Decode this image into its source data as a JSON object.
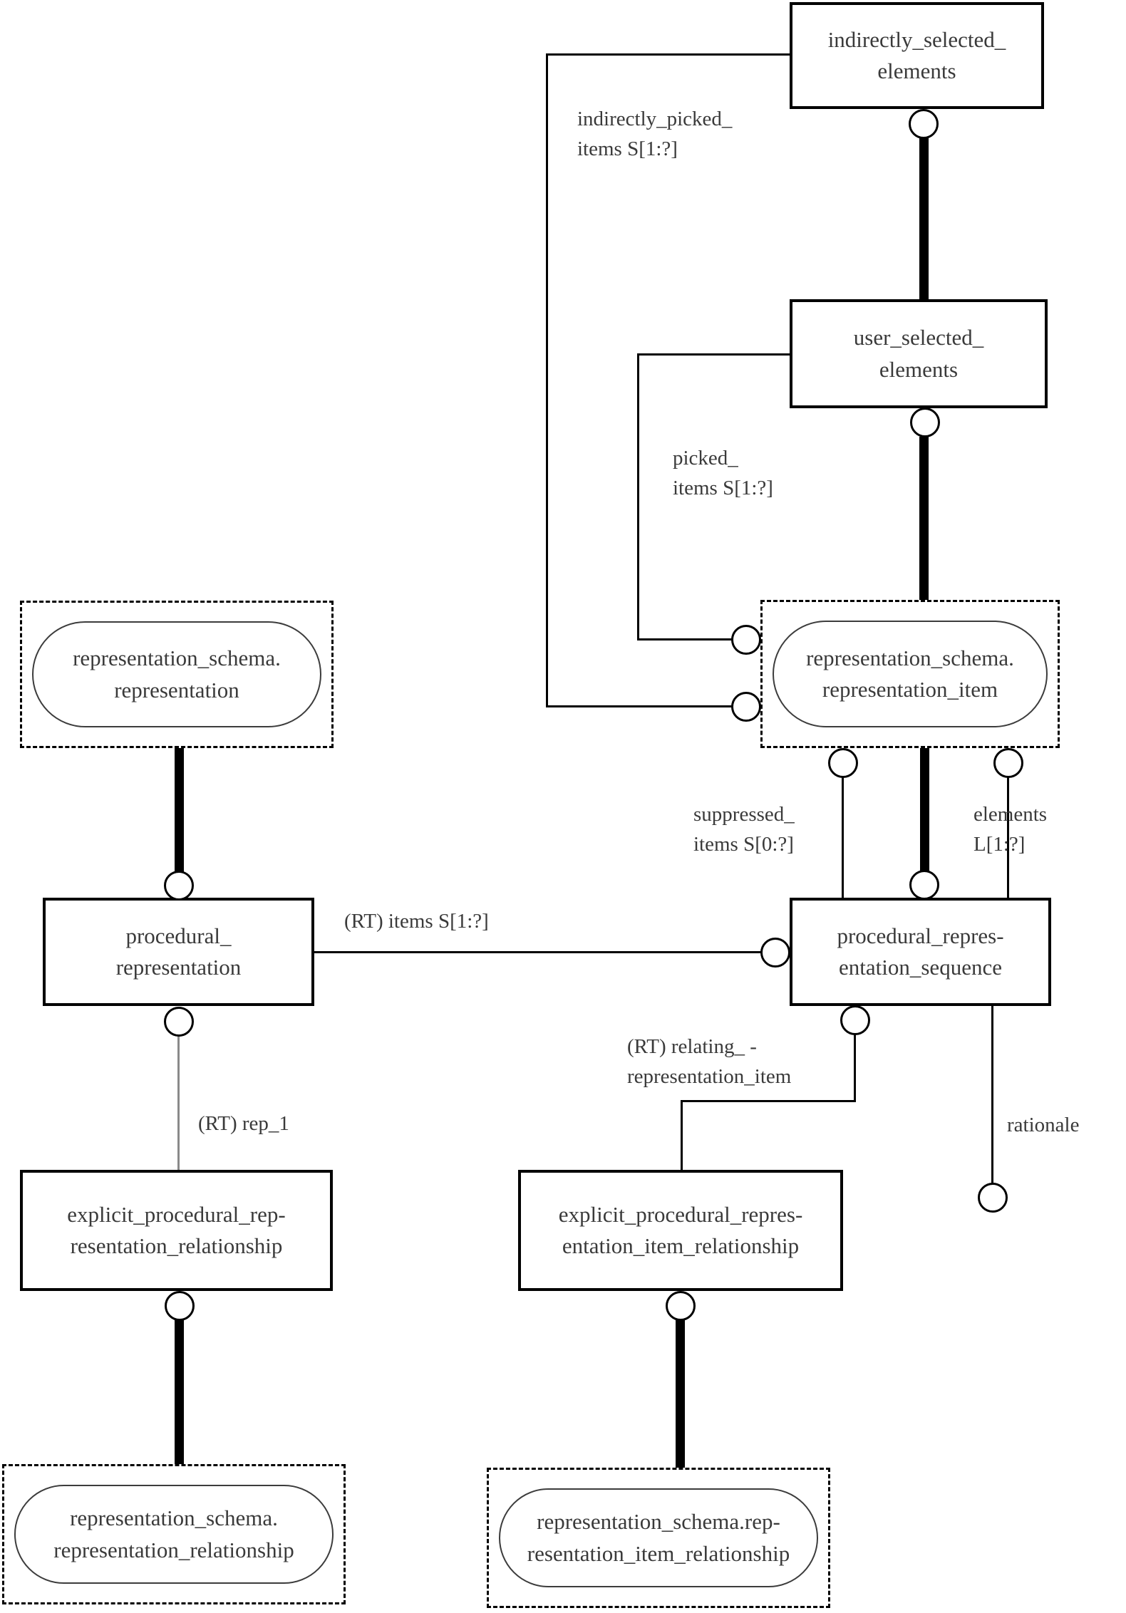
{
  "colors": {
    "background": "#ffffff",
    "line": "#000000",
    "muted_line": "#8a8a8a",
    "text": "#3a3a3a"
  },
  "nodes": {
    "indirectly_selected_elements": {
      "line1": "indirectly_selected_",
      "line2": "elements"
    },
    "user_selected_elements": {
      "line1": "user_selected_",
      "line2": "elements"
    },
    "representation_item_ref": {
      "line1": "representation_schema.",
      "line2": "representation_item"
    },
    "representation_ref": {
      "line1": "representation_schema.",
      "line2": "representation"
    },
    "procedural_representation": {
      "line1": "procedural_",
      "line2": "representation"
    },
    "procedural_representation_sequence": {
      "line1": "procedural_repres-",
      "line2": "entation_sequence"
    },
    "explicit_procedural_representation_relationship": {
      "line1": "explicit_procedural_rep-",
      "line2": "resentation_relationship"
    },
    "explicit_procedural_representation_item_relationship": {
      "line1": "explicit_procedural_repres-",
      "line2": "entation_item_relationship"
    },
    "representation_relationship_ref": {
      "line1": "representation_schema.",
      "line2": "representation_relationship"
    },
    "representation_item_relationship_ref": {
      "line1": "representation_schema.rep-",
      "line2": "resentation_item_relationship"
    }
  },
  "labels": {
    "indirectly_picked_items": {
      "line1": "indirectly_picked_",
      "line2": "items S[1:?]"
    },
    "picked_items": {
      "line1": "picked_",
      "line2": "items S[1:?]"
    },
    "suppressed_items": {
      "line1": "suppressed_",
      "line2": "items S[0:?]"
    },
    "elements": {
      "line1": "elements",
      "line2": "L[1:?]"
    },
    "rt_items": {
      "text": "(RT) items S[1:?]"
    },
    "rt_rep_1": {
      "text": "(RT) rep_1"
    },
    "rt_relating_representation_item": {
      "line1": "(RT) relating_ -",
      "line2": "representation_item"
    },
    "rationale": {
      "text": "rationale"
    }
  }
}
